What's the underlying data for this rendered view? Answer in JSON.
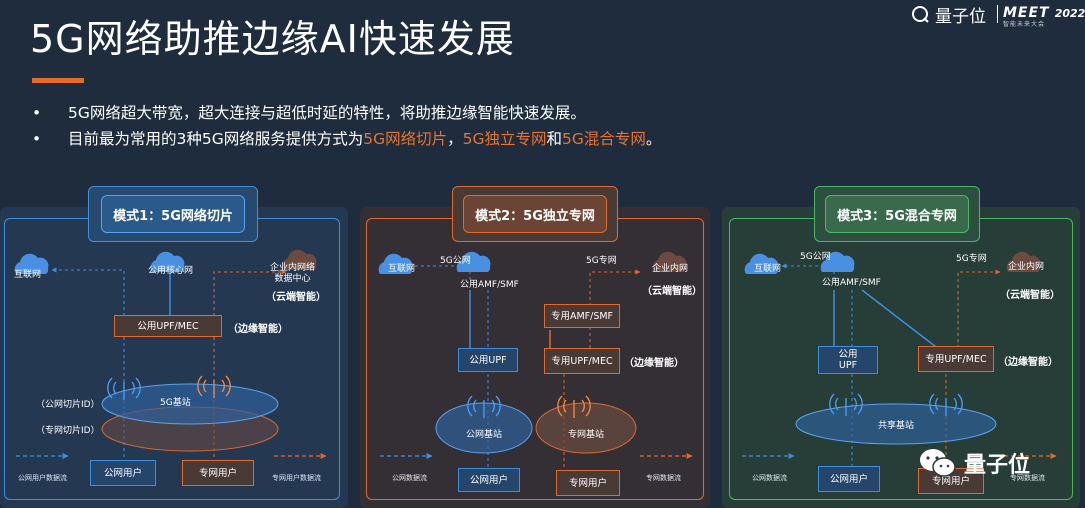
{
  "title": "5G网络助推边缘AI快速发展",
  "brand": {
    "name": "量子位",
    "meet": "MEET",
    "year": "2022",
    "meet_sub": "智能未来大会"
  },
  "bullets": [
    {
      "dot": "•",
      "text": "5G网络超大带宽，超大连接与超低时延的特性，将助推边缘智能快速发展。"
    },
    {
      "dot": "•",
      "pre": "目前最为常用的3种5G网络服务提供方式为",
      "h1": "5G网络切片",
      "sep1": "，",
      "h2": "5G独立专网",
      "sep2": "和",
      "h3": "5G混合专网",
      "end": "。"
    }
  ],
  "colors": {
    "blue": "#3f8fe0",
    "orange": "#e06a2c",
    "green": "#48b865",
    "accent": "#e8692a",
    "bg": "#1e2c3d"
  },
  "mode1": {
    "title": "模式1：5G网络切片",
    "internet": "互联网",
    "core": "公用核心网",
    "enterprise_line1": "企业内网络",
    "enterprise_line2": "数据中心",
    "cloud_ai": "（云端智能）",
    "upf": "公用UPF/MEC",
    "edge_ai": "（边缘智能）",
    "base": "5G基站",
    "slice_public": "（公网切片ID）",
    "slice_private": "（专网切片ID）",
    "public_user": "公网用户",
    "private_user": "专网用户",
    "public_flow": "公网用户数据流",
    "private_flow": "专网用户数据流"
  },
  "mode2": {
    "title": "模式2：5G独立专网",
    "internet": "互联网",
    "net_public": "5G公网",
    "net_private": "5G专网",
    "amf_public": "公用AMF/SMF",
    "enterprise": "企业内网",
    "cloud_ai": "（云端智能）",
    "amf_private": "专用AMF/SMF",
    "upf_public": "公用UPF",
    "upf_private": "专用UPF/MEC",
    "edge_ai": "（边缘智能）",
    "base_public": "公网基站",
    "base_private": "专网基站",
    "public_user": "公网用户",
    "private_user": "专网用户",
    "public_flow": "公网数据流",
    "private_flow": "专网数据流"
  },
  "mode3": {
    "title": "模式3：5G混合专网",
    "internet": "互联网",
    "net_public": "5G公网",
    "net_private": "5G专网",
    "amf_public": "公用AMF/SMF",
    "enterprise": "企业内网",
    "cloud_ai": "（云端智能）",
    "upf_public_l1": "公用",
    "upf_public_l2": "UPF",
    "upf_private": "专用UPF/MEC",
    "edge_ai": "（边缘智能）",
    "base_shared": "共享基站",
    "public_user": "公网用户",
    "private_user": "专网用户",
    "public_flow": "公网数据流",
    "private_flow": "专网数据流"
  },
  "watermark": {
    "text": "量子位"
  }
}
